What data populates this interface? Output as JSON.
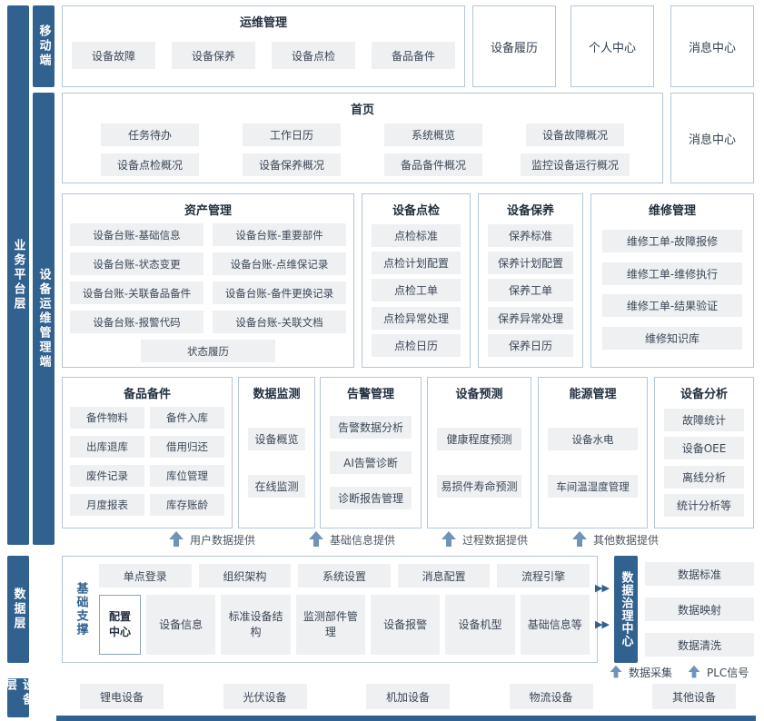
{
  "layers": {
    "business": "业务平台层",
    "data": "数据层",
    "device": "设备层"
  },
  "mobile": {
    "label": "移动端",
    "ops": {
      "title": "运维管理",
      "items": [
        "设备故障",
        "设备保养",
        "设备点检",
        "备品备件"
      ]
    },
    "standalone": [
      "设备履历",
      "个人中心",
      "消息中心"
    ]
  },
  "pc": {
    "label": "设备运维管理端",
    "home": {
      "title": "首页",
      "items": [
        "任务待办",
        "工作日历",
        "系统概览",
        "设备故障概况",
        "设备点检概况",
        "设备保养概况",
        "备品备件概况",
        "监控设备运行概况"
      ]
    },
    "message_center": "消息中心",
    "modules": {
      "asset": {
        "title": "资产管理",
        "items": [
          "设备台账-基础信息",
          "设备台账-重要部件",
          "设备台账-状态变更",
          "设备台账-点维保记录",
          "设备台账-关联备品备件",
          "设备台账-备件更换记录",
          "设备台账-报警代码",
          "设备台账-关联文档",
          "状态履历"
        ]
      },
      "inspection": {
        "title": "设备点检",
        "items": [
          "点检标准",
          "点检计划配置",
          "点检工单",
          "点检异常处理",
          "点检日历"
        ]
      },
      "maintenance": {
        "title": "设备保养",
        "items": [
          "保养标准",
          "保养计划配置",
          "保养工单",
          "保养异常处理",
          "保养日历"
        ]
      },
      "repair": {
        "title": "维修管理",
        "items": [
          "维修工单-故障报修",
          "维修工单-维修执行",
          "维修工单-结果验证",
          "维修知识库"
        ]
      },
      "spare": {
        "title": "备品备件",
        "items": [
          "备件物料",
          "备件入库",
          "出库退库",
          "借用归还",
          "废件记录",
          "库位管理",
          "月度报表",
          "库存账龄"
        ]
      },
      "monitor": {
        "title": "数据监测",
        "items": [
          "设备概览",
          "在线监测"
        ]
      },
      "alarm": {
        "title": "告警管理",
        "items": [
          "告警数据分析",
          "AI告警诊断",
          "诊断报告管理"
        ]
      },
      "predict": {
        "title": "设备预测",
        "items": [
          "健康程度预测",
          "易损件寿命预测"
        ]
      },
      "energy": {
        "title": "能源管理",
        "items": [
          "设备水电",
          "车间温湿度管理"
        ]
      },
      "analysis": {
        "title": "设备分析",
        "items": [
          "故障统计",
          "设备OEE",
          "离线分析",
          "统计分析等"
        ]
      }
    }
  },
  "flows_up": [
    "用户数据提供",
    "基础信息提供",
    "过程数据提供",
    "其他数据提供"
  ],
  "data_layer": {
    "support": {
      "label": "基础支撑",
      "row1": [
        "单点登录",
        "组织架构",
        "系统设置",
        "消息配置",
        "流程引擎"
      ],
      "config_label": "配置中心",
      "row2": [
        "设备信息",
        "标准设备结构",
        "监测部件管理",
        "设备报警",
        "设备机型",
        "基础信息等"
      ]
    },
    "governance": {
      "label": "数据治理中心",
      "items": [
        "数据标准",
        "数据映射",
        "数据清洗"
      ]
    },
    "flows": [
      "数据采集",
      "PLC信号"
    ]
  },
  "device_layer": {
    "items": [
      "锂电设备",
      "光伏设备",
      "机加设备",
      "物流设备",
      "其他设备"
    ]
  },
  "colors": {
    "primary": "#31618f",
    "chip_bg": "#eef0f2",
    "panel_border": "#b3c7da",
    "text": "#3d4756"
  }
}
